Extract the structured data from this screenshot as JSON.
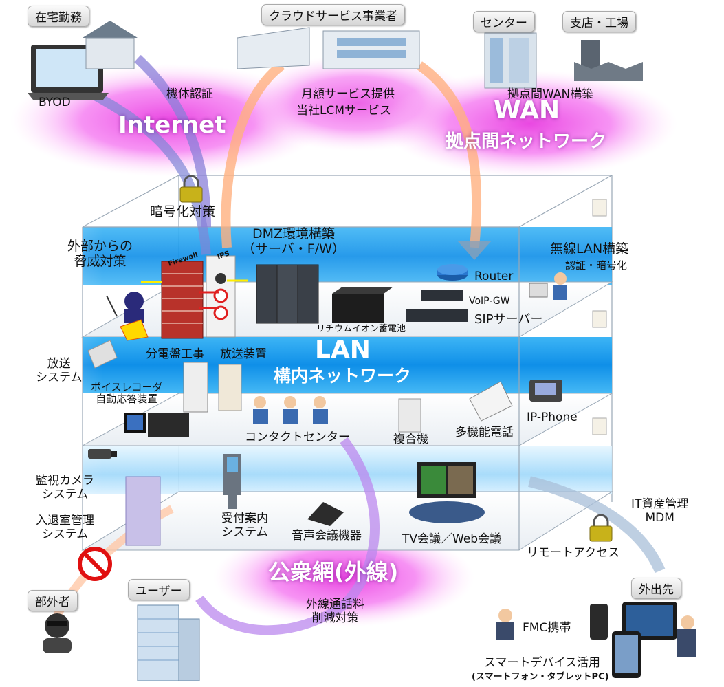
{
  "tags": {
    "home": "在宅勤務",
    "cloud": "クラウドサービス事業者",
    "center": "センター",
    "branch": "支店・工場",
    "outsider": "部外者",
    "user": "ユーザー",
    "outside": "外出先"
  },
  "clouds": {
    "internet": "Internet",
    "wan": "WAN",
    "wan_sub": "拠点間ネットワーク",
    "public": "公衆網(外線)"
  },
  "lan": {
    "title": "LAN",
    "sub": "構内ネットワーク"
  },
  "labels": {
    "byod": "BYOD",
    "device_auth": "機体認証",
    "monthly": "月額サービス提供",
    "lcm": "当社LCMサービス",
    "wan_build": "拠点間WAN構築",
    "encryption": "暗号化対策",
    "threat": "外部からの\n脅威対策",
    "dmz": "DMZ環境構築\n（サーバ・F/W）",
    "firewall": "Firewall",
    "ips": "IPS",
    "router": "Router",
    "wlan": "無線LAN構築",
    "wlan_sub": "認証・暗号化",
    "voip": "VoIP-GW",
    "sip": "SIPサーバー",
    "battery": "リチウムイオン蓄電池",
    "broadcast": "放送\nシステム",
    "panel": "分電盤工事",
    "broadcast_dev": "放送装置",
    "voice_rec": "ボイスレコーダ\n自動応答装置",
    "contact": "コンタクトセンター",
    "mfp": "複合機",
    "multiphone": "多機能電話",
    "ipphone": "IP-Phone",
    "camera": "監視カメラ\nシステム",
    "entry": "入退室管理\nシステム",
    "reception": "受付案内\nシステム",
    "audio_conf": "音声会議機器",
    "tv_conf": "TV会議／Web会議",
    "remote": "リモートアクセス",
    "itam": "IT資産管理\nMDM",
    "call_cost": "外線通話料\n削減対策",
    "fmc": "FMC携帯",
    "smart": "スマートデバイス活用",
    "smart_sub": "(スマートフォン・タブレットPC)"
  },
  "colors": {
    "cloud_pink": "#f06ce6",
    "lan_blue": "#1ea0f0",
    "floor_blue": "#5cc2f5"
  }
}
